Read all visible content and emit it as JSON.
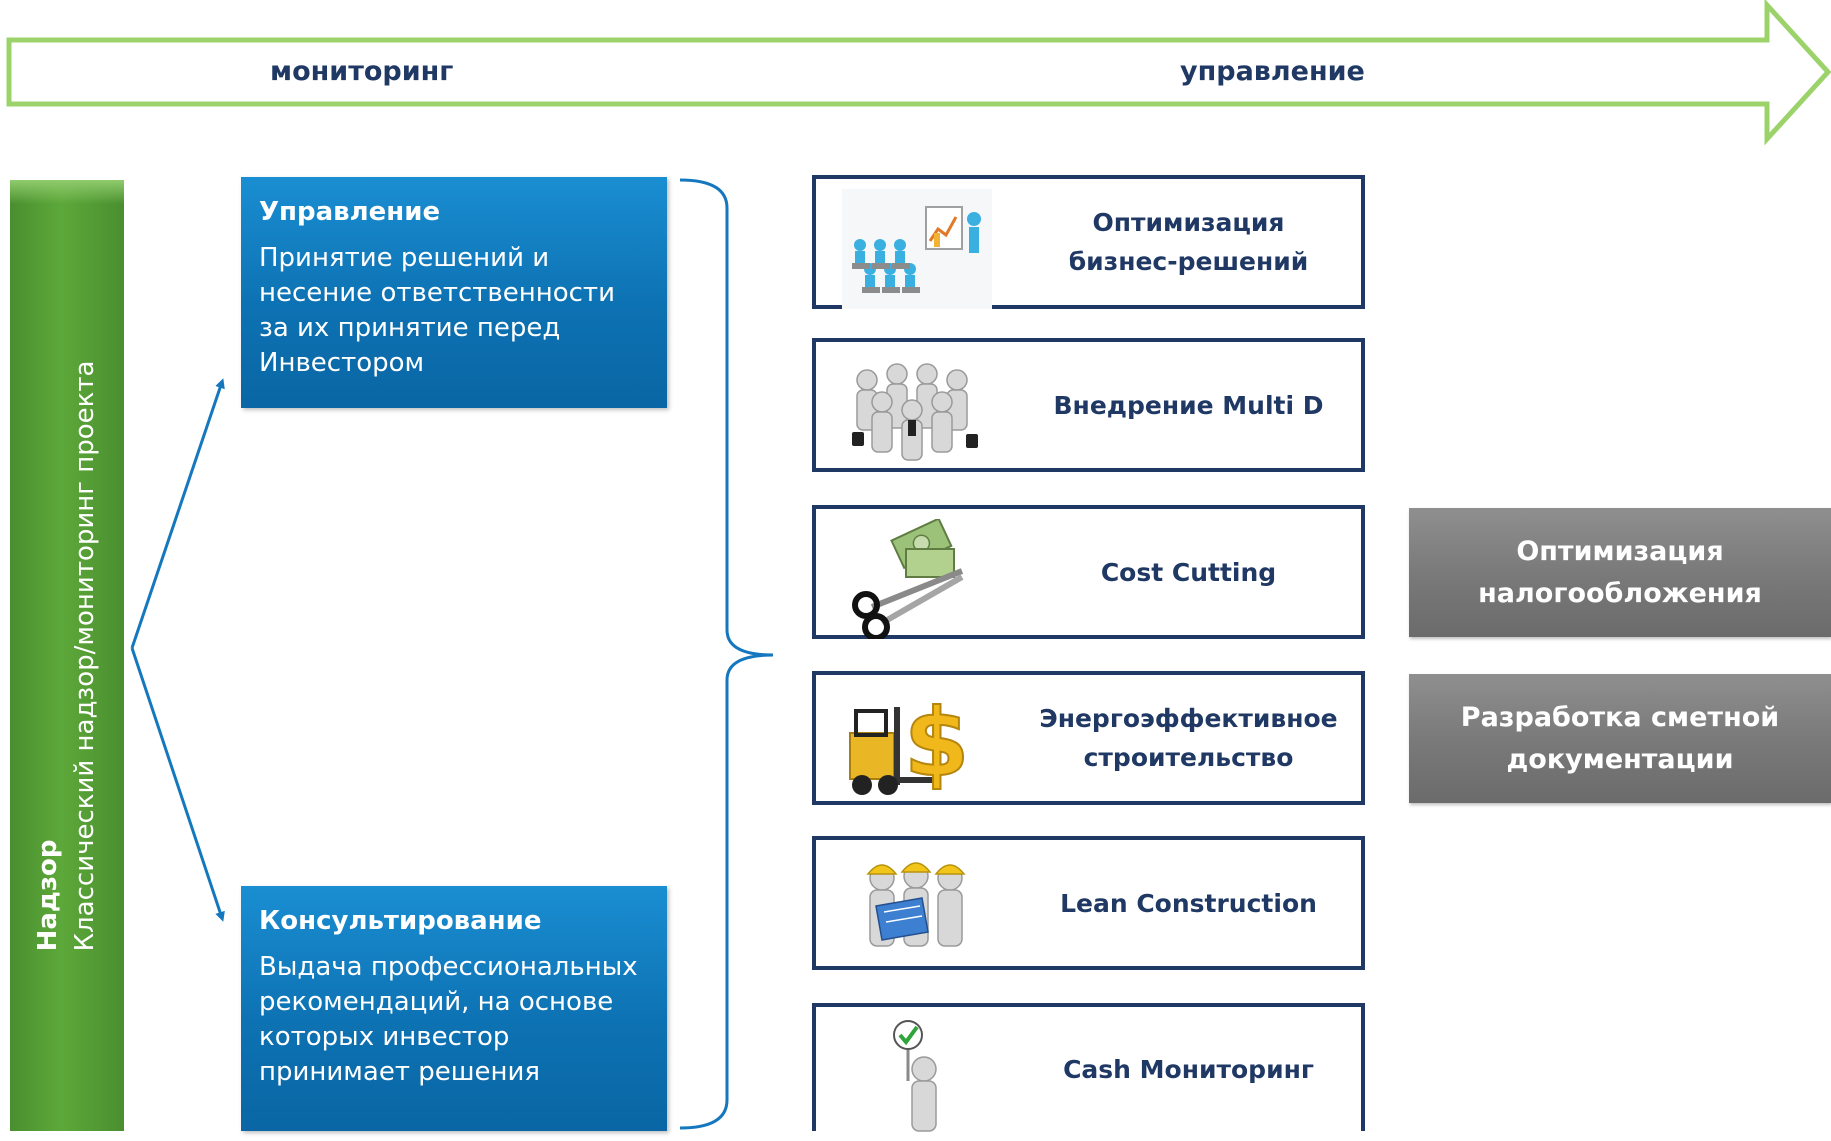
{
  "top_arrow": {
    "left_label": "мониторинг",
    "right_label": "управление",
    "colors": {
      "outline": "#9bd36a"
    }
  },
  "side_bar": {
    "title": "Надзор",
    "subtitle": "Классический надзор/мониторинг проекта",
    "color": "#5da83a"
  },
  "management_box": {
    "title": "Управление",
    "text": "Принятие решений и несение ответственности за их принятие перед Инвестором"
  },
  "consulting_box": {
    "title": "Консультирование",
    "text": "Выдача профессиональных рекомендаций, на основе которых инвестор принимает решения"
  },
  "services": [
    {
      "label": "Оптимизация бизнес-решений",
      "icon": "presentation-audience-icon"
    },
    {
      "label": "Внедрение Multi D",
      "icon": "team-huddle-icon"
    },
    {
      "label": "Cost Cutting",
      "icon": "scissors-money-icon"
    },
    {
      "label": "Энергоэффективное строительство",
      "icon": "forklift-dollar-icon"
    },
    {
      "label": "Lean Construction",
      "icon": "builders-blueprint-icon"
    },
    {
      "label": "Cash Мониторинг",
      "icon": "checkmark-sign-person-icon"
    }
  ],
  "extra_services": [
    {
      "label": "Оптимизация налогообложения"
    },
    {
      "label": "Разработка сметной документации"
    }
  ],
  "colors": {
    "blue": "#0d72b3",
    "navy": "#1f3864",
    "grey": "#7a7a7a",
    "green": "#5da83a"
  }
}
